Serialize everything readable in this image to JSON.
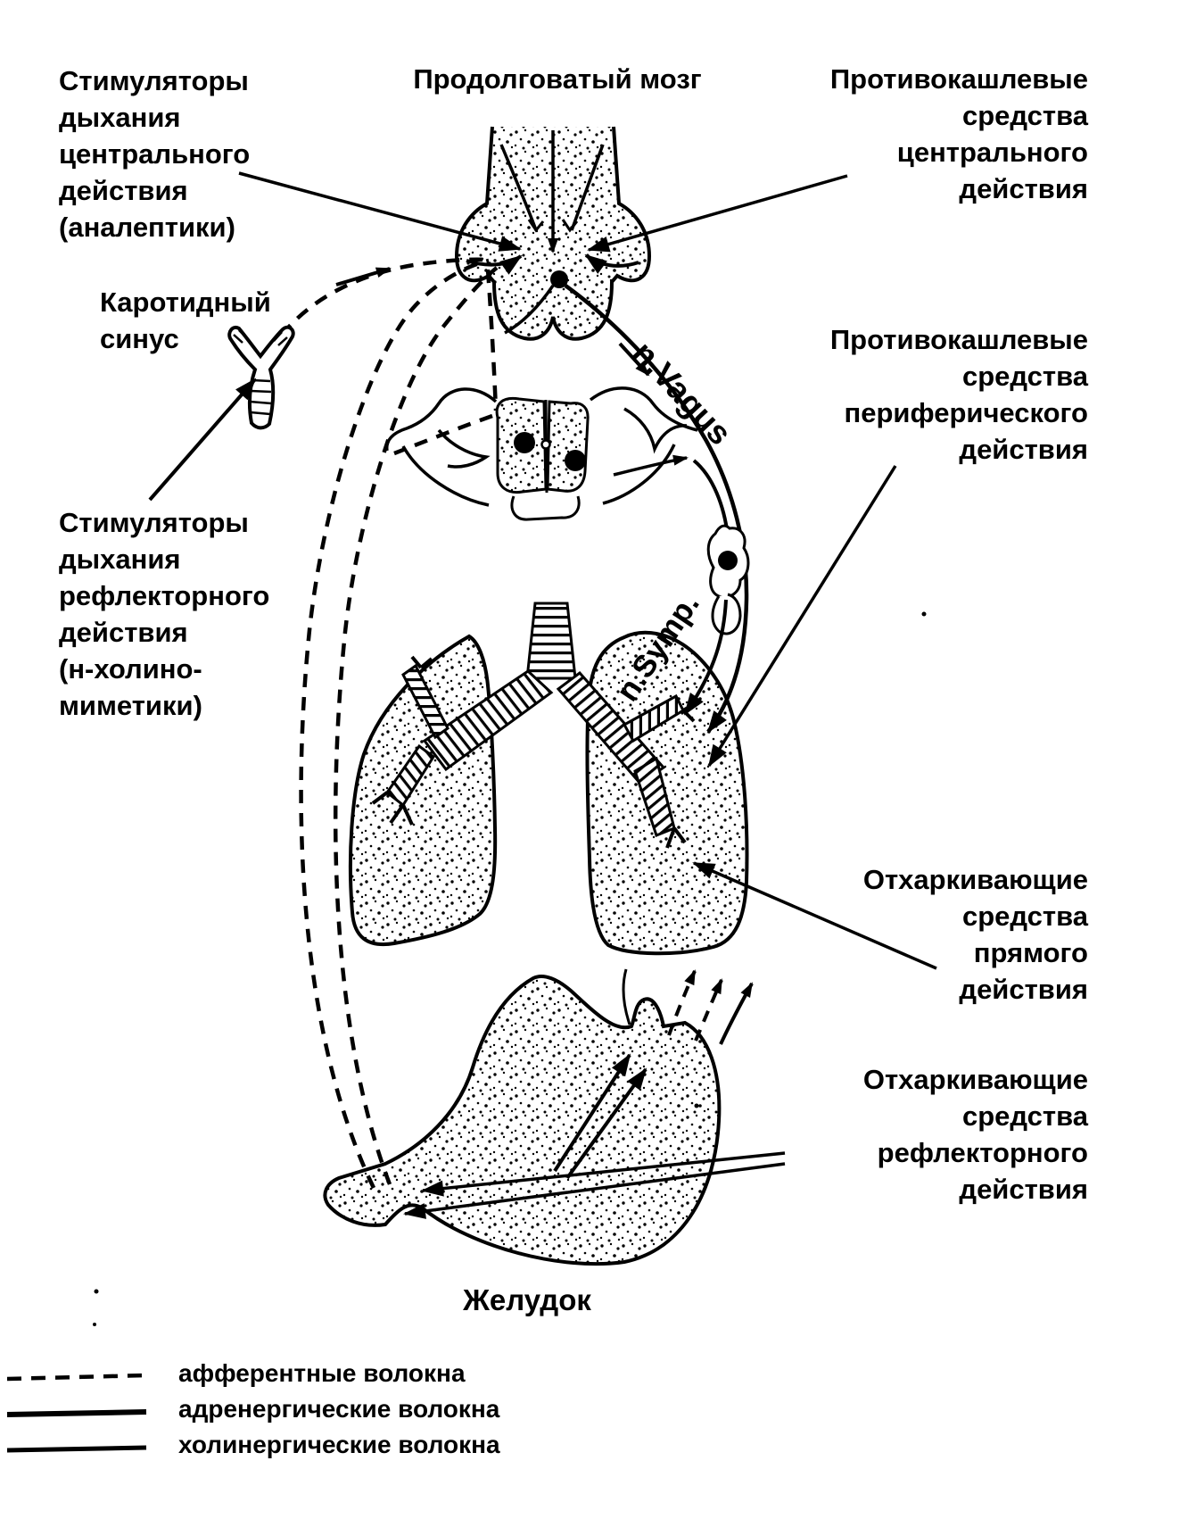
{
  "colors": {
    "ink": "#000000",
    "paper": "#ffffff"
  },
  "labels": {
    "medulla": "Продолговатый мозг",
    "stimulants_central": "Стимуляторы\nдыхания\nцентрального\nдействия\n(аналептики)",
    "carotid_sinus": "Каротидный\nсинус",
    "stimulants_reflex": "Стимуляторы\nдыхания\nрефлекторного\nдействия\n(н-холино-\nмиметики)",
    "antitussive_central": "Противокашлевые\nсредства\nцентрального\nдействия",
    "antitussive_peripheral": "Противокашлевые\nсредства\nпериферического\nдействия",
    "expectorant_direct": "Отхаркивающие\nсредства\nпрямого\nдействия",
    "expectorant_reflex": "Отхаркивающие\nсредства\nрефлекторного\nдействия",
    "n_vagus": "n.Vagus",
    "n_symp": "n.Symp.",
    "stomach": "Желудок"
  },
  "legend": {
    "items": [
      {
        "line_style": "dashed",
        "label": "афферентные волокна"
      },
      {
        "line_style": "solid",
        "label": "адренергические волокна"
      },
      {
        "line_style": "solid",
        "label": "холинергические волокна"
      }
    ]
  }
}
